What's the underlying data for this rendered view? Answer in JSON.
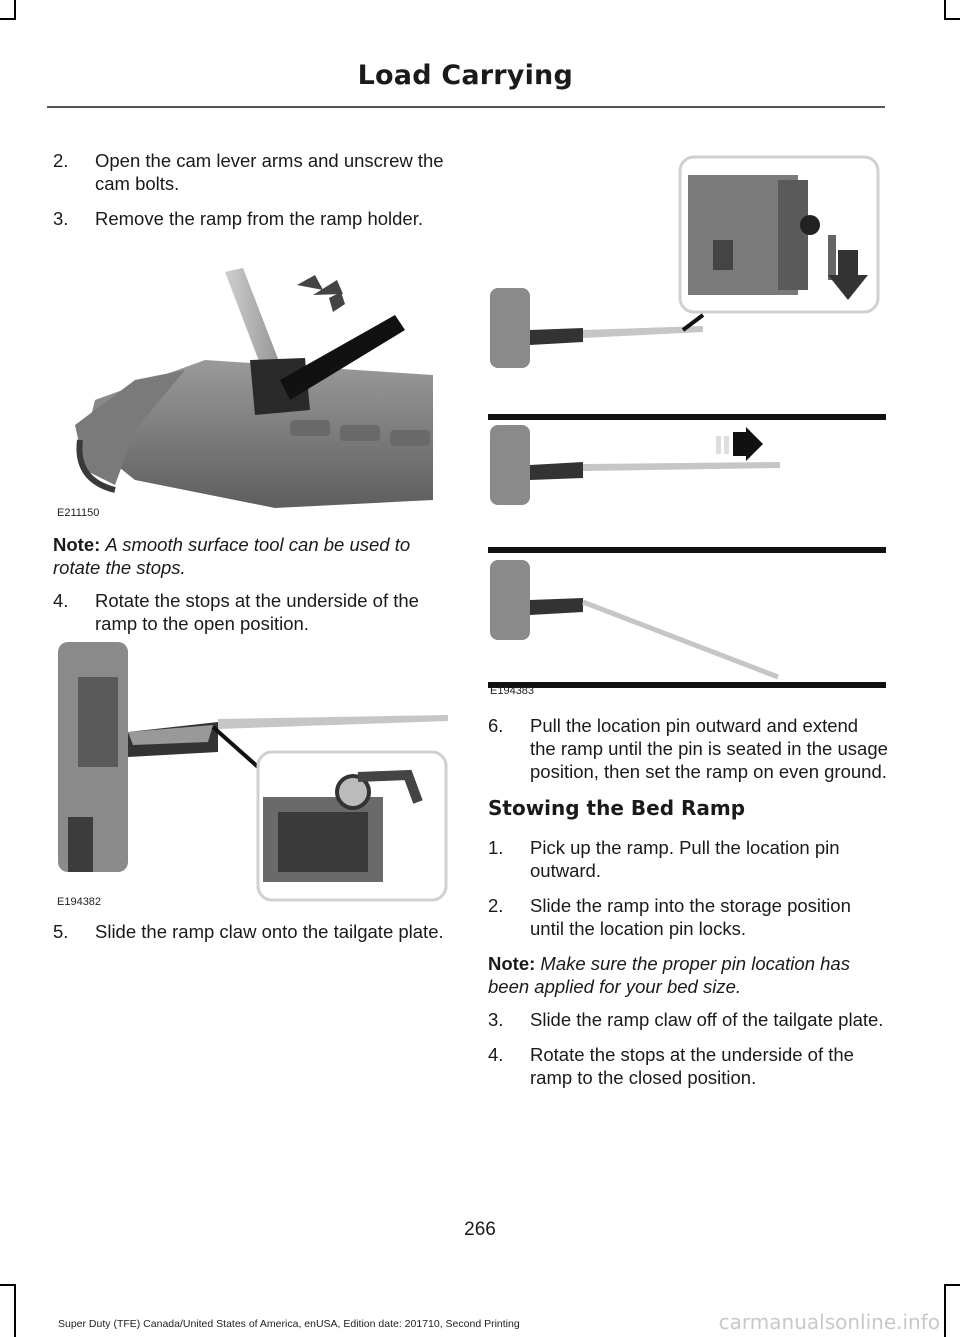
{
  "header": {
    "title": "Load Carrying"
  },
  "left_column": {
    "steps_a": [
      {
        "num": "2.",
        "text": "Open the cam lever arms and unscrew the cam bolts."
      },
      {
        "num": "3.",
        "text": "Remove the ramp from the ramp holder."
      }
    ],
    "figure1_code": "E211150",
    "note": {
      "label": "Note:",
      "text": "A smooth surface tool can be used to rotate the stops."
    },
    "step4": {
      "num": "4.",
      "text": "Rotate the stops at the underside of the ramp to the open position."
    },
    "figure2_code": "E194382",
    "step5": {
      "num": "5.",
      "text": "Slide the ramp claw onto the tailgate plate."
    }
  },
  "right_column": {
    "figure3_code": "E194383",
    "step6": {
      "num": "6.",
      "text": "Pull the location pin outward and extend the ramp until the pin is seated in the usage position, then set the ramp on even ground."
    },
    "heading": "Stowing the Bed Ramp",
    "steps_b": [
      {
        "num": "1.",
        "text": "Pick up the ramp. Pull the location pin outward."
      },
      {
        "num": "2.",
        "text": "Slide the ramp into the storage position until the location pin locks."
      }
    ],
    "note": {
      "label": "Note:",
      "text": "Make sure the proper pin location has been applied for your bed size."
    },
    "steps_c": [
      {
        "num": "3.",
        "text": "Slide the ramp claw off of the tailgate plate."
      },
      {
        "num": "4.",
        "text": "Rotate the stops at the underside of the ramp to the closed position."
      }
    ]
  },
  "page_number": "266",
  "footer": "Super Duty (TFE) Canada/United States of America, enUSA, Edition date: 201710, Second Printing",
  "watermark": "carmanualsonline.info"
}
